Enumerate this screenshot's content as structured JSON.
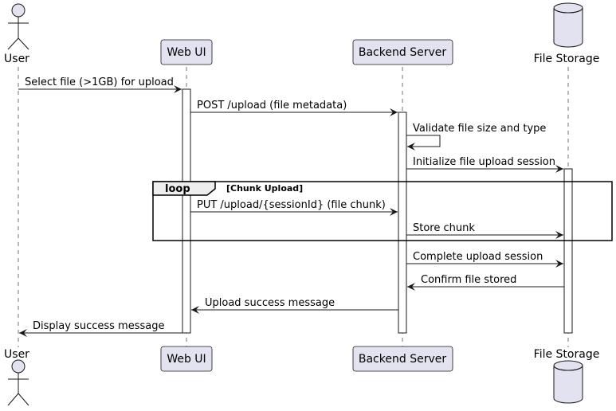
{
  "participants": {
    "user": "User",
    "webui": "Web UI",
    "backend": "Backend Server",
    "storage": "File Storage"
  },
  "loop": {
    "keyword": "loop",
    "condition": "[Chunk Upload]"
  },
  "messages": [
    {
      "from": "User",
      "to": "Web UI",
      "text": "Select file (>1GB) for upload",
      "type": "sync"
    },
    {
      "from": "Web UI",
      "to": "Backend Server",
      "text": "POST /upload (file metadata)",
      "type": "sync"
    },
    {
      "from": "Backend Server",
      "to": "Backend Server",
      "text": "Validate file size and type",
      "type": "self"
    },
    {
      "from": "Backend Server",
      "to": "File Storage",
      "text": "Initialize file upload session",
      "type": "sync"
    },
    {
      "from": "Web UI",
      "to": "Backend Server",
      "text": "PUT /upload/{sessionId} (file chunk)",
      "type": "sync"
    },
    {
      "from": "Backend Server",
      "to": "File Storage",
      "text": "Store chunk",
      "type": "sync"
    },
    {
      "from": "Backend Server",
      "to": "File Storage",
      "text": "Complete upload session",
      "type": "sync"
    },
    {
      "from": "File Storage",
      "to": "Backend Server",
      "text": "Confirm file stored",
      "type": "reply"
    },
    {
      "from": "Backend Server",
      "to": "Web UI",
      "text": "Upload success message",
      "type": "reply"
    },
    {
      "from": "Web UI",
      "to": "User",
      "text": "Display success message",
      "type": "reply"
    }
  ],
  "colors": {
    "participant_fill": "#e2e2f0",
    "participant_stroke": "#181818",
    "activation_fill": "#ffffff",
    "loop_header_fill": "#eeeeee"
  }
}
